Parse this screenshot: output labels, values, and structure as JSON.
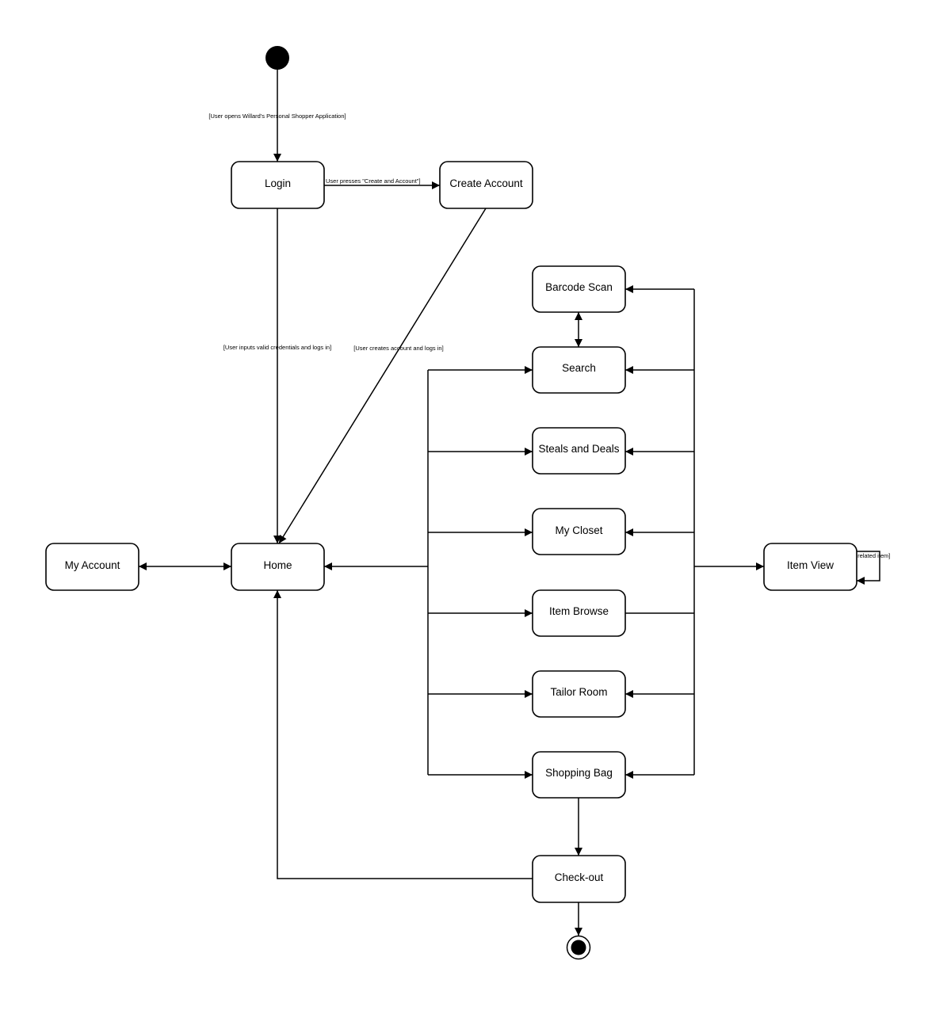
{
  "diagram": {
    "states": {
      "login": "Login",
      "create_account": "Create Account",
      "barcode_scan": "Barcode Scan",
      "search": "Search",
      "steals_and_deals": "Steals and Deals",
      "my_closet": "My Closet",
      "item_browse": "Item Browse",
      "tailor_room": "Tailor Room",
      "shopping_bag": "Shopping Bag",
      "check_out": "Check-out",
      "home": "Home",
      "my_account": "My Account",
      "item_view": "Item View"
    },
    "guards": {
      "open_app": "[User opens Willard's Personal Shopper Application]",
      "create_account": "User presses \"Create and Account\"]",
      "valid_login": "[User inputs valid credentials and logs in]",
      "account_created": "[User creates account and logs in]",
      "related_item": "[User selects related item]"
    }
  }
}
